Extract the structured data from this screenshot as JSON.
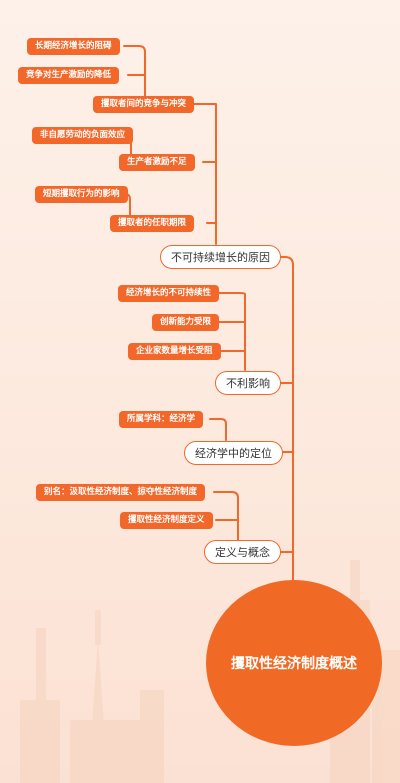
{
  "root": {
    "label": "攫取性经济制度概述"
  },
  "branches": [
    {
      "label": "不可持续增长的原因",
      "children": [
        {
          "label": "攫取者间的竞争与冲突",
          "children": [
            {
              "label": "长期经济增长的阻碍"
            },
            {
              "label": "竞争对生产激励的降低"
            }
          ]
        },
        {
          "label": "生产者激励不足",
          "children": [
            {
              "label": "非自愿劳动的负面效应"
            }
          ]
        },
        {
          "label": "攫取者的任职期限",
          "children": [
            {
              "label": "短期攫取行为的影响"
            }
          ]
        }
      ]
    },
    {
      "label": "不利影响",
      "children": [
        {
          "label": "经济增长的不可持续性"
        },
        {
          "label": "创新能力受限"
        },
        {
          "label": "企业家数量增长受阻"
        }
      ]
    },
    {
      "label": "经济学中的定位",
      "children": [
        {
          "label": "所属学科：经济学"
        }
      ]
    },
    {
      "label": "定义与概念",
      "children": [
        {
          "label": "别名：汲取性经济制度、掠夺性经济制度"
        },
        {
          "label": "攫取性经济制度定义"
        }
      ]
    }
  ],
  "colors": {
    "accent": "#f2672a",
    "root": "#f06a25",
    "background": "#fdf1e9"
  }
}
